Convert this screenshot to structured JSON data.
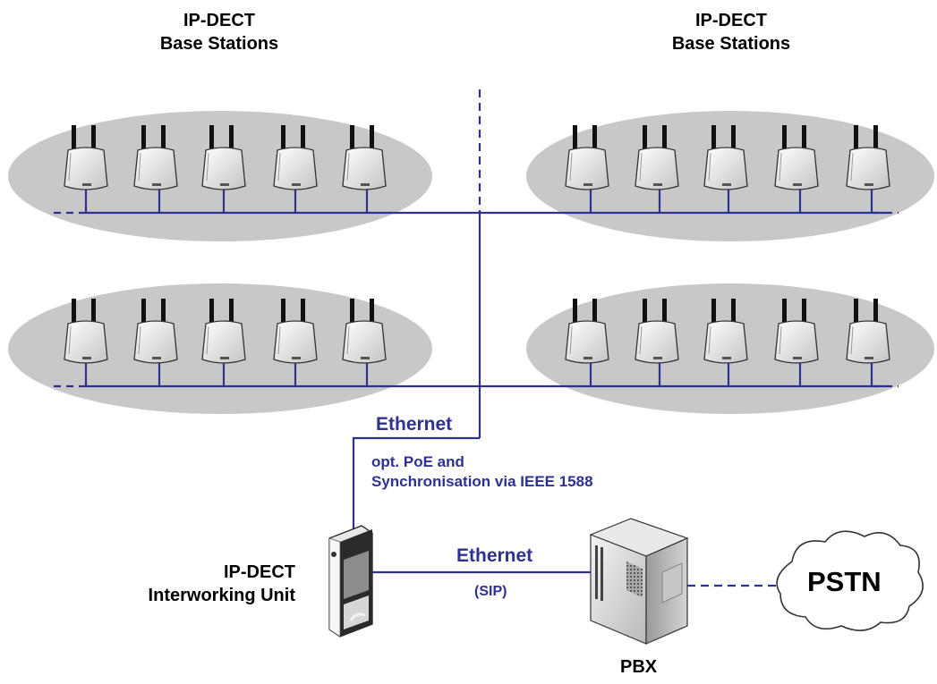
{
  "labels": {
    "left_stations": [
      "IP-DECT",
      "Base Stations"
    ],
    "right_stations": [
      "IP-DECT",
      "Base Stations"
    ],
    "ethernet_upper": "Ethernet",
    "poe_note": [
      "opt. PoE and",
      "Synchronisation via IEEE 1588"
    ],
    "iwu": [
      "IP-DECT",
      "Interworking Unit"
    ],
    "ethernet_lower": "Ethernet",
    "sip": "(SIP)",
    "pbx": "PBX",
    "pstn": "PSTN"
  },
  "colors": {
    "line": "#2e3192",
    "ellipse": "#c8c8c8",
    "text_dark": "#000000",
    "text_blue": "#2e3192"
  },
  "icons": [
    "base-station-icon",
    "interworking-unit-icon",
    "pbx-server-icon",
    "cloud-icon"
  ]
}
